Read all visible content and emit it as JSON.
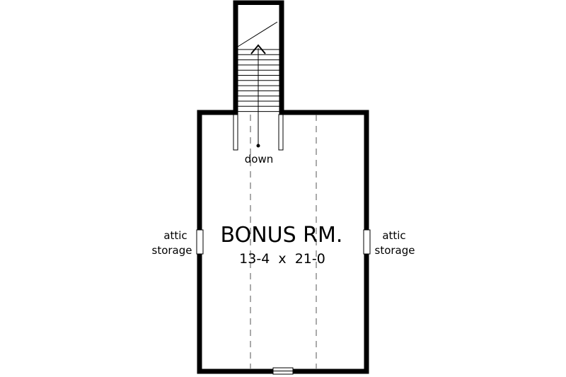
{
  "room": {
    "name": "BONUS RM.",
    "dimensions": "13-4  x  21-0"
  },
  "stair_label": "down",
  "left_label": {
    "line1": "attic",
    "line2": "storage"
  },
  "right_label": {
    "line1": "attic",
    "line2": "storage"
  }
}
